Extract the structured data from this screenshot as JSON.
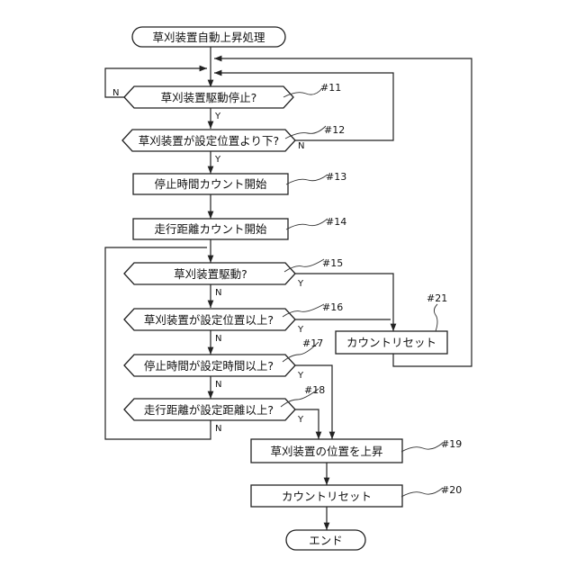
{
  "start": "草刈装置自動上昇処理",
  "end": "エンド",
  "decisions": {
    "d11": "草刈装置駆動停止?",
    "d12": "草刈装置が設定位置より下?",
    "d15": "草刈装置駆動?",
    "d16": "草刈装置が設定位置以上?",
    "d17": "停止時間が設定時間以上?",
    "d18": "走行距離が設定距離以上?"
  },
  "processes": {
    "p13": "停止時間カウント開始",
    "p14": "走行距離カウント開始",
    "p19": "草刈装置の位置を上昇",
    "p20": "カウントリセット",
    "p21": "カウントリセット"
  },
  "refs": {
    "r11": "#11",
    "r12": "#12",
    "r13": "#13",
    "r14": "#14",
    "r15": "#15",
    "r16": "#16",
    "r17": "#17",
    "r18": "#18",
    "r19": "#19",
    "r20": "#20",
    "r21": "#21"
  },
  "yes": "Y",
  "no": "N"
}
